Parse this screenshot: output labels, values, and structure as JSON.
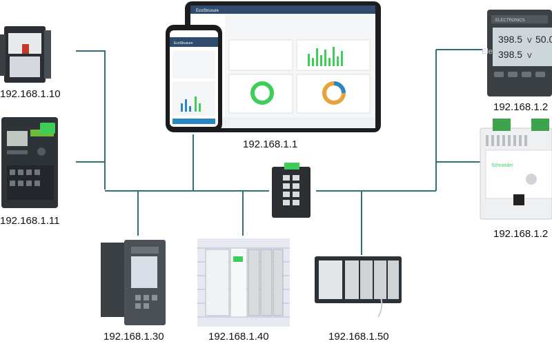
{
  "network": {
    "lines_color": "#2f6f7a",
    "devices": [
      {
        "id": "breaker",
        "label": "192.168.1.10",
        "icon": "circuit-breaker-icon"
      },
      {
        "id": "relay",
        "label": "192.168.1.11",
        "icon": "protection-relay-icon"
      },
      {
        "id": "tablet",
        "label": "192.168.1.1",
        "icon": "tablet-dashboard-icon"
      },
      {
        "id": "meter",
        "label": "192.168.1.2",
        "icon": "power-meter-icon"
      },
      {
        "id": "gateway",
        "label": "192.168.1.2",
        "icon": "din-gateway-icon"
      },
      {
        "id": "switch",
        "label": "",
        "icon": "ethernet-switch-icon"
      },
      {
        "id": "plc-a",
        "label": "192.168.1.30",
        "icon": "plc-icon"
      },
      {
        "id": "plc-b",
        "label": "192.168.1.40",
        "icon": "io-rack-icon"
      },
      {
        "id": "plc-c",
        "label": "192.168.1.50",
        "icon": "plc-chassis-icon"
      }
    ],
    "meter_display": {
      "brand": "ELECTRONICS",
      "reading1": "398.5",
      "unit1": "V",
      "reading2": "398.5",
      "unit2": "V",
      "reading3": "50.0"
    },
    "tablet_screen": {
      "app_name": "EcoStruxure",
      "phone_app_name": "EcoStruxure"
    },
    "watermark": "Elec"
  }
}
